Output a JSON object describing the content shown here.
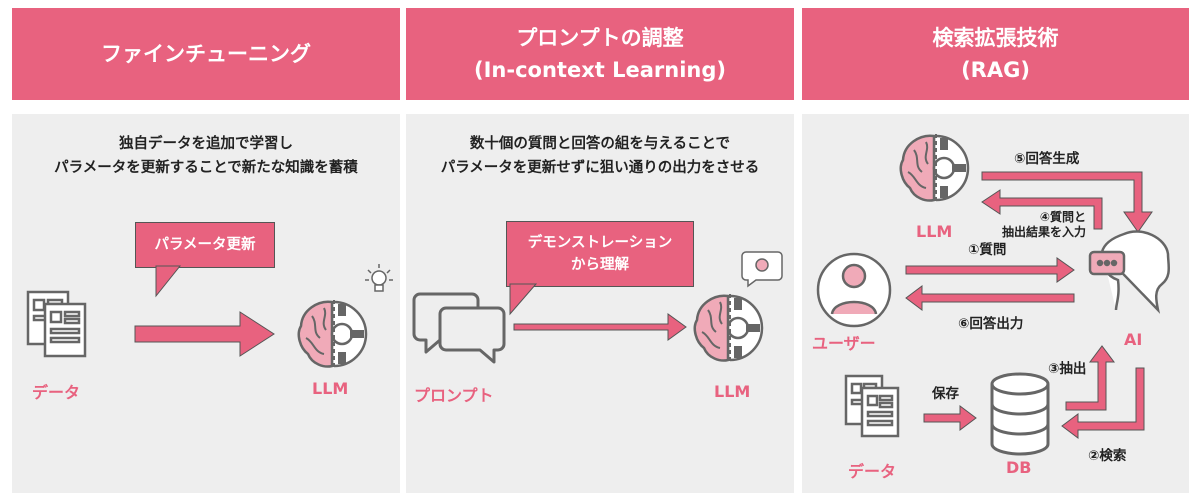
{
  "panel1": {
    "header_lines": [
      "ファインチューニング"
    ],
    "desc_lines": [
      "独自データを追加で学習し",
      "パラメータを更新することで新たな知識を蓄積"
    ],
    "callout": "パラメータ更新",
    "data_label": "データ",
    "llm_label": "LLM"
  },
  "panel2": {
    "header_lines": [
      "プロンプトの調整",
      "(In-context Learning)"
    ],
    "desc_lines": [
      "数十個の質問と回答の組を与えることで",
      "パラメータを更新せずに狙い通りの出力をさせる"
    ],
    "callout_lines": [
      "デモンストレーション",
      "から理解"
    ],
    "prompt_label": "プロンプト",
    "llm_label": "LLM"
  },
  "panel3": {
    "header_lines": [
      "検索拡張技術",
      "(RAG)"
    ],
    "llm_label": "LLM",
    "ai_label": "AI",
    "user_label": "ユーザー",
    "db_label": "DB",
    "data_label": "データ",
    "step5": "⑤回答生成",
    "step4_lines": [
      "④質問と",
      "抽出結果を入力"
    ],
    "step1": "①質問",
    "step6": "⑥回答出力",
    "step3": "③抽出",
    "step2": "②検索",
    "save": "保存"
  },
  "colors": {
    "accent": "#e8627f",
    "icon_gray": "#666666",
    "panel_bg": "#eeeeee"
  }
}
